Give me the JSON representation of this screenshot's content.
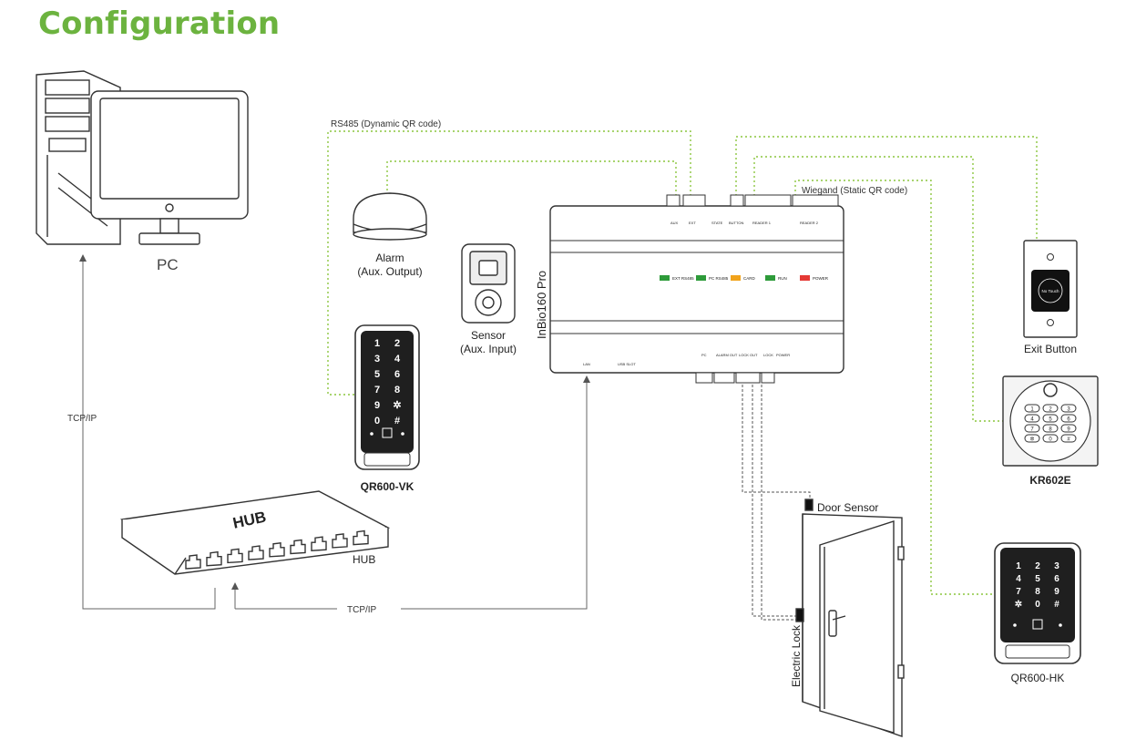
{
  "page": {
    "title": "Configuration"
  },
  "labels": {
    "pc": "PC",
    "hub": "HUB",
    "hub_body": "HUB",
    "alarm": "Alarm",
    "alarm_sub": "(Aux. Output)",
    "sensor": "Sensor",
    "sensor_sub": "(Aux. Input)",
    "reader_vk": "QR600-VK",
    "reader_hk": "QR600-HK",
    "exit_button": "Exit Button",
    "exit_button_face": "No Touch",
    "keypad": "KR602E",
    "door_sensor": "Door Sensor",
    "electric_lock": "Electric Lock",
    "controller": "InBio160 Pro",
    "tcpip_vertical": "TCP/IP",
    "tcpip_horizontal": "TCP/IP",
    "rs485": "RS485 (Dynamic QR code)",
    "wiegand": "Wiegand (Static QR code)"
  },
  "controller_indicators": [
    "EXT RS485",
    "PC RS485",
    "CARD",
    "RUN",
    "POWER"
  ],
  "controller_top_groups": [
    "AUX",
    "EXT",
    "STATE",
    "BUTTON",
    "READER 1",
    "READER 2"
  ],
  "controller_bottom_groups": [
    "PC",
    "ALARM OUT",
    "LOCK OUT",
    "LOCK",
    "POWER"
  ],
  "controller_bottom_ports": [
    "LAN",
    "USB SLOT"
  ],
  "keypad_keys": [
    "1",
    "2",
    "3",
    "4",
    "5",
    "6",
    "7",
    "8",
    "9",
    "✲",
    "0",
    "#"
  ],
  "colors": {
    "accent": "#6cb33f",
    "wire": "#8cc63f",
    "line": "#333333",
    "led_green": "#2e9b3a",
    "led_orange": "#f1a31b",
    "led_red": "#e53935"
  }
}
